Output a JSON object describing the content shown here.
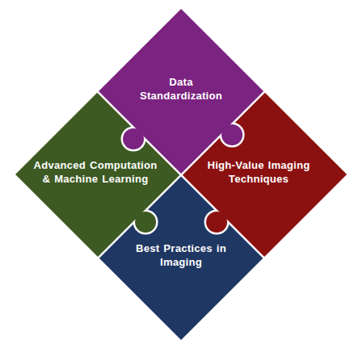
{
  "diagram": {
    "nodes": [
      {
        "text": [
          "Data Standardization"
        ]
      },
      {
        "text": [
          "Advanced Computation & Machine Learning"
        ]
      },
      {
        "text": [
          "High-Value Imaging Techniques"
        ]
      },
      {
        "text": [
          "Best Practices in Imaging"
        ]
      }
    ]
  }
}
